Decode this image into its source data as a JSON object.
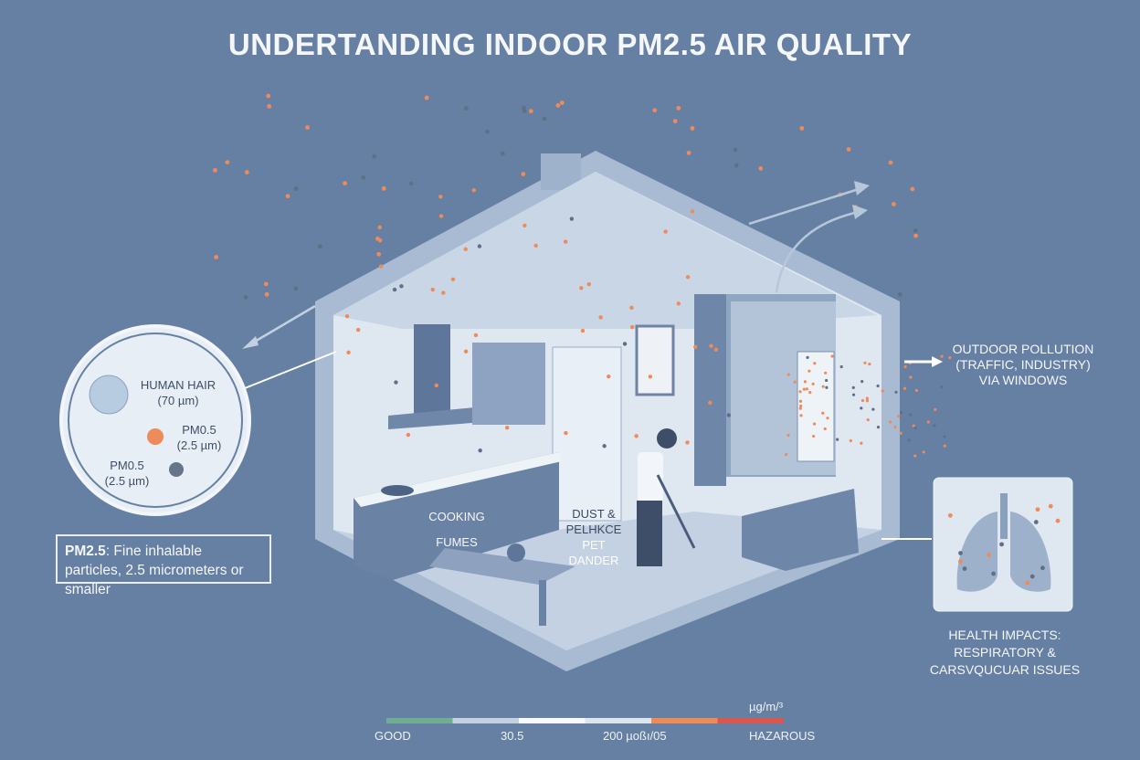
{
  "title": "UNDERTANDING INDOOR PM2.5 AIR QUALITY",
  "size_inset": {
    "items": [
      {
        "name": "HUMAN HAIR",
        "size": "(70 µm)",
        "color": "#b7cce0"
      },
      {
        "name": "PM0.5",
        "size": "(2.5 µm)",
        "color": "#ef8a5a"
      },
      {
        "name": "PM0.5",
        "size": "(2.5 µm)",
        "color": "#66758a"
      }
    ]
  },
  "definition": {
    "term": "PM2.5",
    "text": ": Fine inhalable particles, 2.5 micrometers or smaller"
  },
  "sources": {
    "cooking": [
      "COOKING",
      "FUMES"
    ],
    "dust": [
      "DUST &",
      "PELHKCE",
      "PET DANDER"
    ]
  },
  "outdoor": {
    "lines": [
      "OUTDOOR POLLUTION",
      "(TRAFFIC, INDUSTRY)",
      "VIA WINDOWS"
    ]
  },
  "health": {
    "lines": [
      "HEALTH IMPACTS:",
      "RESPIRATORY &",
      "CARSVQUCUAR ISSUES"
    ]
  },
  "scale": {
    "unit": "µg/m/\u0002",
    "labels": [
      "GOOD",
      "30.5",
      "200 µoßı/05",
      "HAZAROUS"
    ],
    "segment_colors": [
      "#6fae93",
      "#c3d1e0",
      "#f7f9fc",
      "#dde5ef",
      "#ef8a5a",
      "#d9574c"
    ]
  },
  "colors": {
    "background": "#6580a2",
    "particle": "#ef8a5a",
    "particle_dark": "#5f6f86"
  }
}
